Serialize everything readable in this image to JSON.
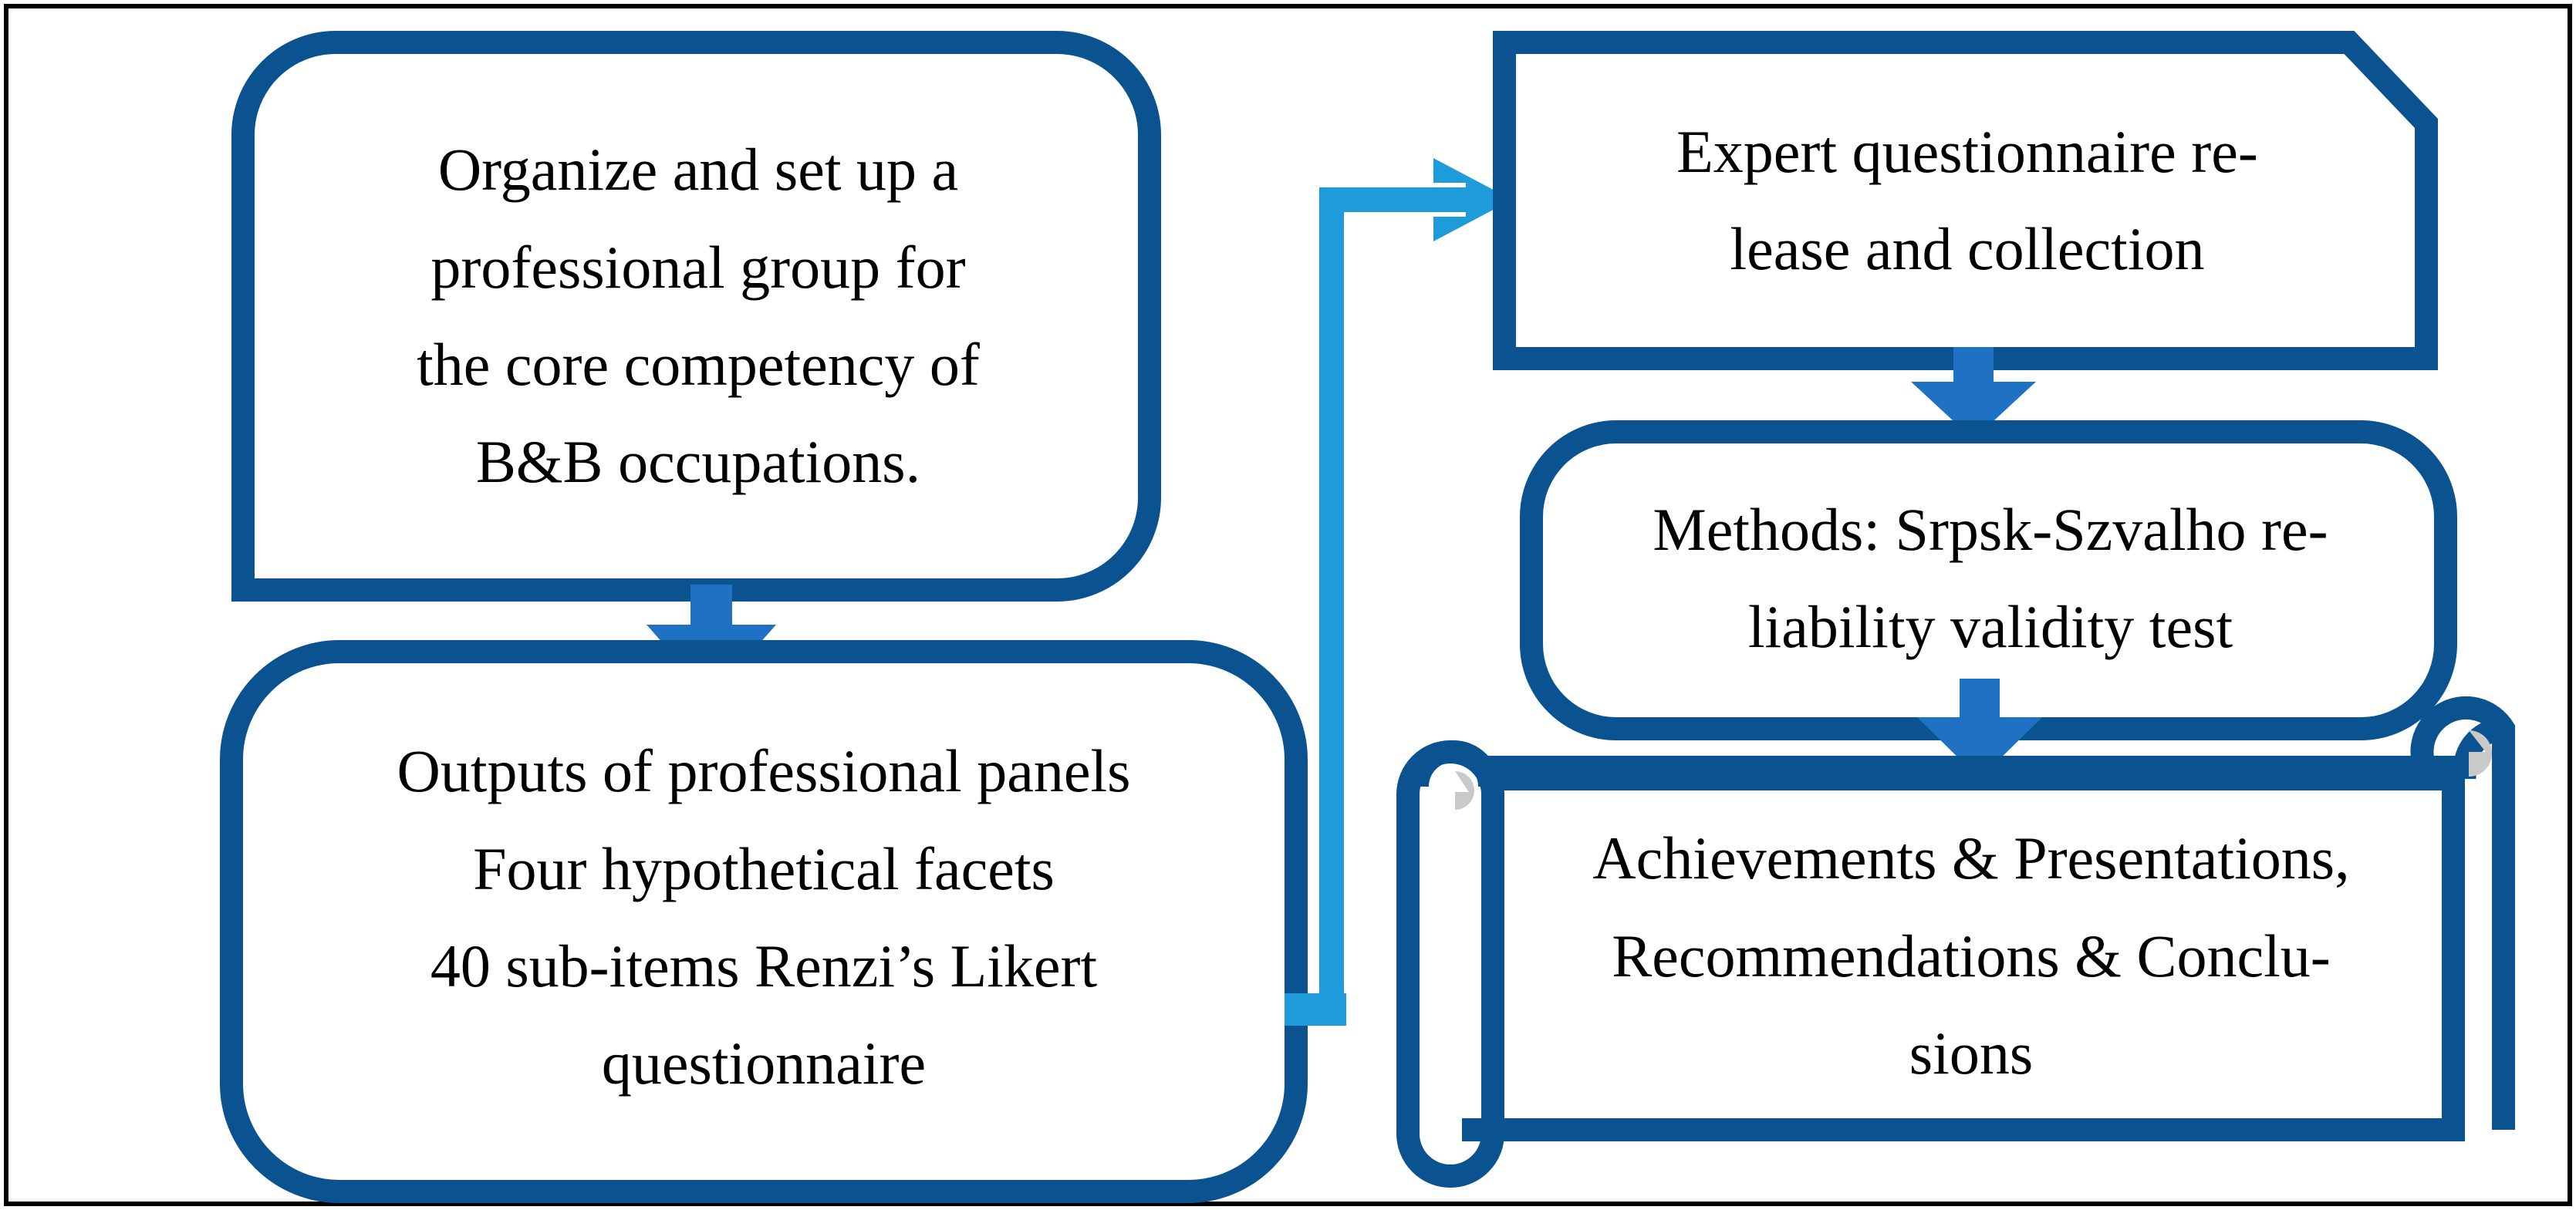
{
  "diagram": {
    "title": "Research workflow flowchart",
    "colors": {
      "box_border_dark_blue": "#0A5390",
      "connector_light_blue": "#1D9BDB",
      "arrow_medium_blue": "#1F72C3",
      "scroll_curl_gray": "#C9C9C9",
      "frame_black": "#000000",
      "box_fill_white": "#FFFFFF",
      "text_black": "#000000"
    },
    "nodes": [
      {
        "id": "box1",
        "shape": "rounded-rectangle",
        "lines": [
          "Organize and set up a",
          "professional group for",
          "the core competency of",
          "B&B occupations."
        ],
        "text": "Organize and set up a\nprofessional group for\nthe core competency of\nB&B occupations."
      },
      {
        "id": "box2",
        "shape": "rounded-rectangle",
        "lines": [
          "Outputs of professional panels",
          "Four hypothetical facets",
          "40 sub-items Renzi’s Likert",
          "questionnaire"
        ],
        "text": "Outputs of professional panels\nFour hypothetical facets\n40 sub-items Renzi’s Likert\nquestionnaire"
      },
      {
        "id": "box3",
        "shape": "snip-single-corner-rectangle",
        "lines": [
          "Expert questionnaire re-",
          "lease and collection"
        ],
        "text": "Expert questionnaire re-\nlease and collection"
      },
      {
        "id": "box4",
        "shape": "rounded-rectangle",
        "lines": [
          "Methods: Srpsk-Szvalho re-",
          "liability validity test"
        ],
        "text": "Methods: Srpsk-Szvalho re-\nliability validity test"
      },
      {
        "id": "box5",
        "shape": "vertical-scroll",
        "lines": [
          "Achievements & Presentations,",
          "Recommendations & Conclu-",
          "sions"
        ],
        "text": "Achievements & Presentations,\nRecommendations & Conclu-\nsions"
      }
    ],
    "connectors": [
      {
        "id": "arrow-box1-to-box2",
        "from": "box1",
        "to": "box2",
        "style": "straight-down-arrow",
        "color": "#1F72C3"
      },
      {
        "id": "elbow-box2-to-box3",
        "from": "box2",
        "to": "box3",
        "style": "elbow-right-up-right-arrow",
        "color": "#1D9BDB"
      },
      {
        "id": "arrow-box3-to-box4",
        "from": "box3",
        "to": "box4",
        "style": "straight-down-arrow",
        "color": "#1F72C3"
      },
      {
        "id": "arrow-box4-to-box5",
        "from": "box4",
        "to": "box5",
        "style": "straight-down-arrow",
        "color": "#1F72C3"
      }
    ]
  }
}
